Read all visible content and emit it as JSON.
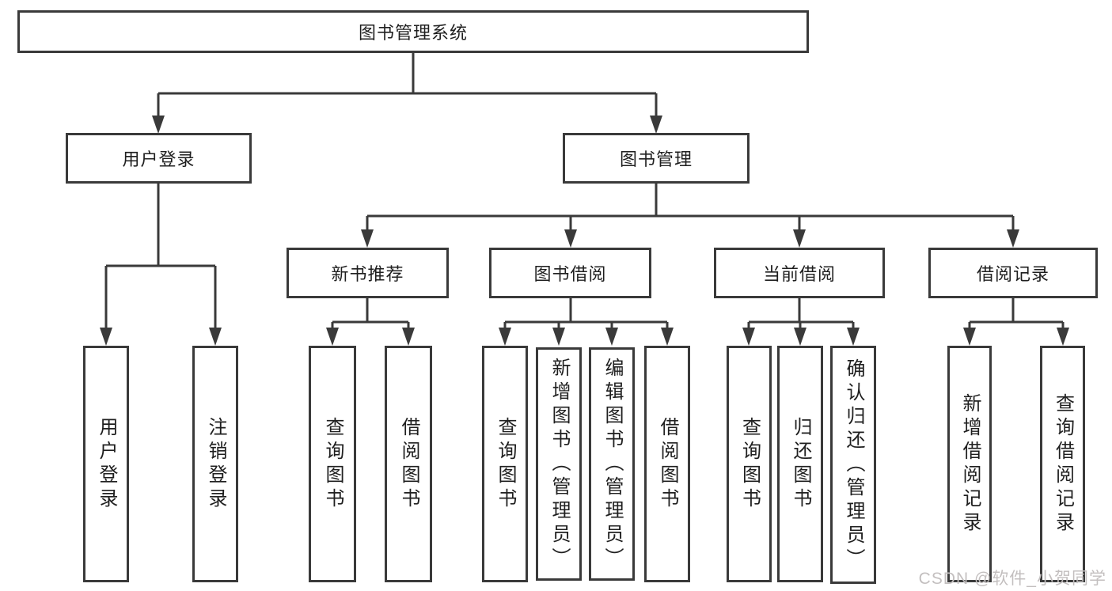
{
  "colors": {
    "line": "#3a3a3a",
    "text": "#1f1f1f",
    "background": "#ffffff",
    "watermark": "#c3bfbf"
  },
  "nodes": {
    "root": "图书管理系统",
    "level2": [
      {
        "label": "用户登录"
      },
      {
        "label": "图书管理"
      }
    ],
    "level3": [
      {
        "label": "新书推荐"
      },
      {
        "label": "图书借阅"
      },
      {
        "label": "当前借阅"
      },
      {
        "label": "借阅记录"
      }
    ],
    "leaves": {
      "user": [
        "用户登录",
        "注销登录"
      ],
      "newbook": [
        "查询图书",
        "借阅图书"
      ],
      "borrow": [
        "查询图书",
        "新增图书（管理员）",
        "编辑图书（管理员）",
        "借阅图书"
      ],
      "current": [
        "查询图书",
        "归还图书",
        "确认归还（管理员）"
      ],
      "record": [
        "新增借阅记录",
        "查询借阅记录"
      ]
    }
  },
  "watermark": {
    "text": "CSDN @软件_小贺同学"
  }
}
